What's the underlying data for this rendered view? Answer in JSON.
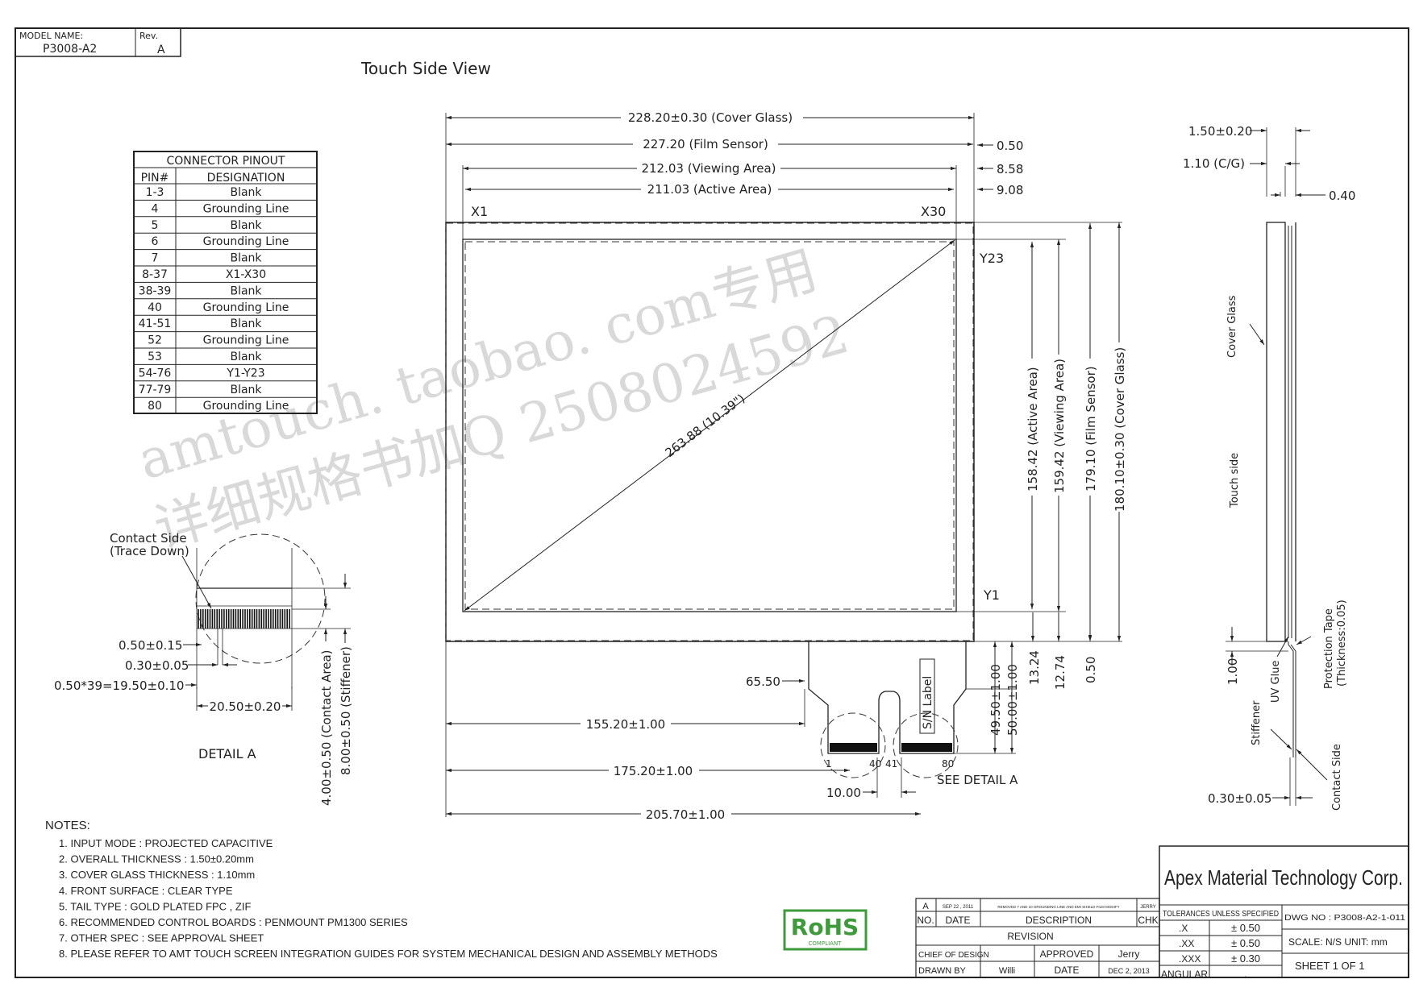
{
  "title_block": {
    "model_name_label": "MODEL NAME:",
    "model_name": "P3008-A2",
    "rev_label": "Rev.",
    "rev": "A"
  },
  "view_title": "Touch  Side  View",
  "pinout": {
    "title": "CONNECTOR  PINOUT",
    "headers": [
      "PIN#",
      "DESIGNATION"
    ],
    "rows": [
      [
        "1-3",
        "Blank"
      ],
      [
        "4",
        "Grounding  Line"
      ],
      [
        "5",
        "Blank"
      ],
      [
        "6",
        "Grounding  Line"
      ],
      [
        "7",
        "Blank"
      ],
      [
        "8-37",
        "X1-X30"
      ],
      [
        "38-39",
        "Blank"
      ],
      [
        "40",
        "Grounding  Line"
      ],
      [
        "41-51",
        "Blank"
      ],
      [
        "52",
        "Grounding  Line"
      ],
      [
        "53",
        "Blank"
      ],
      [
        "54-76",
        "Y1-Y23"
      ],
      [
        "77-79",
        "Blank"
      ],
      [
        "80",
        "Grounding  Line"
      ]
    ]
  },
  "dimensions": {
    "cover_glass_w": "228.20±0.30  (Cover  Glass)",
    "film_sensor_w": "227.20  (Film  Sensor)",
    "viewing_area_w": "212.03  (Viewing  Area)",
    "active_area_w": "211.03  (Active  Area)",
    "off_050": "0.50",
    "off_858": "8.58",
    "off_908": "9.08",
    "x1": "X1",
    "x30": "X30",
    "y23": "Y23",
    "y1": "Y1",
    "diagonal": "263.88  (10.39\")",
    "active_area_h": "158.42  (Active  Area)",
    "viewing_area_h": "159.42  (Viewing  Area)",
    "film_sensor_h": "179.10  (Film  Sensor)",
    "cover_glass_h": "180.10±0.30  (Cover  Glass)",
    "d_4950": "49.50±1.00",
    "d_5000": "50.00±1.00",
    "d_1324": "13.24",
    "d_1274": "12.74",
    "d_050b": "0.50",
    "d_6550": "65.50",
    "d_15520": "155.20±1.00",
    "d_17520": "175.20±1.00",
    "d_20570": "205.70±1.00",
    "d_1000": "10.00",
    "sn_label": "S/N  Label",
    "see_detail": "SEE  DETAIL  A",
    "pin_1": "1",
    "pin_40": "40",
    "pin_41": "41",
    "pin_80": "80"
  },
  "detail_a": {
    "contact_side": "Contact  Side",
    "trace_down": "(Trace  Down)",
    "d_050": "0.50±0.15",
    "d_030": "0.30±0.05",
    "d_pitch": "0.50*39=19.50±0.10",
    "d_2050": "20.50±0.20",
    "contact_area": "4.00±0.50  (Contact  Area)",
    "stiffener": "8.00±0.50  (Stiffener)",
    "label": "DETAIL  A"
  },
  "side_view": {
    "overall": "1.50±0.20",
    "cg": "1.10  (C/G)",
    "d_040": "0.40",
    "cover_glass": "Cover  Glass",
    "touch_side": "Touch  side",
    "d_100": "1.00",
    "uv_glue": "UV  Glue",
    "stiffener": "Stiffener",
    "protection_tape": "Protection  Tape",
    "protection_thickness": "(Thickness:0.05)",
    "contact_side": "Contact  Side",
    "d_030": "0.30±0.05"
  },
  "watermark": {
    "line1": "amtouch. taobao. com专用",
    "line2": "详细规格书加Q  2508024592"
  },
  "notes": {
    "title": "NOTES:",
    "items": [
      "1.  INPUT  MODE  :  PROJECTED  CAPACITIVE",
      "2.  OVERALL  THICKNESS  :  1.50±0.20mm",
      "3.  COVER  GLASS  THICKNESS  :  1.10mm",
      "4.  FRONT  SURFACE  :  CLEAR  TYPE",
      "5.  TAIL  TYPE  :  GOLD  PLATED  FPC  ,  ZIF",
      "6.  RECOMMENDED  CONTROL  BOARDS  :  PENMOUNT  PM1300  SERIES",
      "7.  OTHER  SPEC  :  SEE  APPROVAL  SHEET",
      "8.  PLEASE  REFER  TO  AMT  TOUCH  SCREEN  INTEGRATION  GUIDES  FOR  SYSTEM  MECHANICAL  DESIGN  AND  ASSEMBLY  METHODS"
    ]
  },
  "rohs": {
    "text": "RoHS",
    "sub": "COMPLIANT",
    "color": "#3f9a3c"
  },
  "revision_block": {
    "rev_letter": "A",
    "rev_date": "SEP 22 , 2011",
    "rev_desc": "REMOVED 7 AND 10 GROUNDING LINE AND EMI SHIELD FILM MODIFY",
    "rev_chk": "JERRY",
    "no_label": "NO.",
    "date_label": "DATE",
    "desc_label": "DESCRIPTION",
    "chk_label": "CHK",
    "revision_label": "REVISION",
    "chief_label": "CHIEF  OF  DESIGN",
    "approved_label": "APPROVED",
    "approved_by": "Jerry",
    "drawn_label": "DRAWN  BY",
    "drawn_by": "Willi",
    "date_label2": "DATE",
    "drawn_date": "DEC 2, 2013"
  },
  "company_block": {
    "company": "Apex  Material  Technology  Corp.",
    "tol_title": "TOLERANCES  UNLESS  SPECIFIED",
    "tol_rows": [
      [
        ".X",
        "±  0.50"
      ],
      [
        ".XX",
        "±  0.50"
      ],
      [
        ".XXX",
        "±  0.30"
      ],
      [
        "ANGULAR",
        "."
      ]
    ],
    "dwg_no": "DWG NO : P3008-A2-1-011",
    "scale": "SCALE:  N/S    UNIT:  mm",
    "sheet": "SHEET    1    OF    1"
  }
}
